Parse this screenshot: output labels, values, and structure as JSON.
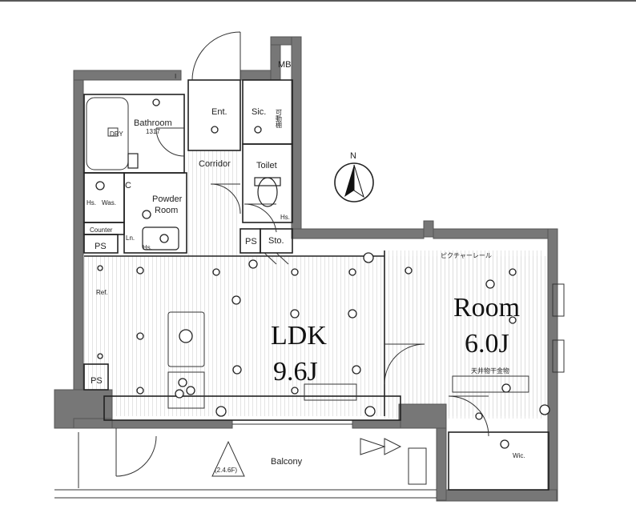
{
  "rooms": {
    "ldk_name": "LDK",
    "ldk_size": "9.6J",
    "room_name": "Room",
    "room_size": "6.0J",
    "bathroom": "Bathroom",
    "bathroom_size": "1317",
    "entrance": "Ent.",
    "sic": "Sic.",
    "corridor": "Corridor",
    "toilet": "Toilet",
    "powder_1": "Powder",
    "powder_2": "Room",
    "was": "Was.",
    "hs": "Hs.",
    "counter": "Counter",
    "ps": "PS",
    "ln": "Ln.",
    "sto": "Sto.",
    "ref": "Ref.",
    "wic": "Wic.",
    "mb": "MB",
    "balcony": "Balcony",
    "balcony_note": "(2.4.6F)",
    "picture_rail": "ピクチャーレール",
    "ceiling_hook": "天井物干金物",
    "movable_shelf": "可動棚",
    "dry": "DRY",
    "c_mark": "C",
    "i_mark": "I"
  },
  "compass": {
    "north": "N"
  }
}
